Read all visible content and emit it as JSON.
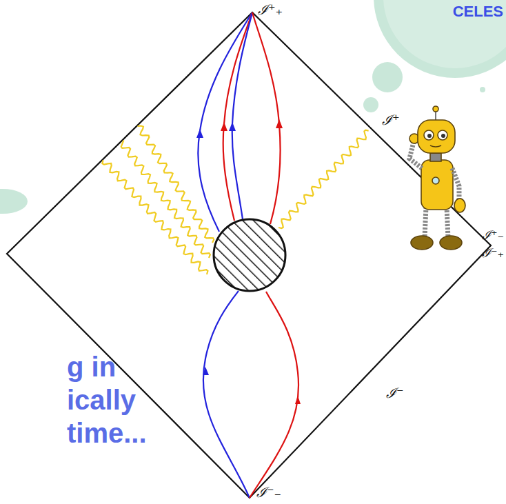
{
  "diagram": {
    "labels": [
      "CELES",
      "ℐ⁺₊",
      "ℐ⁺",
      "ℐ⁺₋",
      "ℐ⁻₊",
      "g in",
      "ically",
      "ℐ⁻",
      "time...",
      "ℐ⁻₋"
    ]
  }
}
